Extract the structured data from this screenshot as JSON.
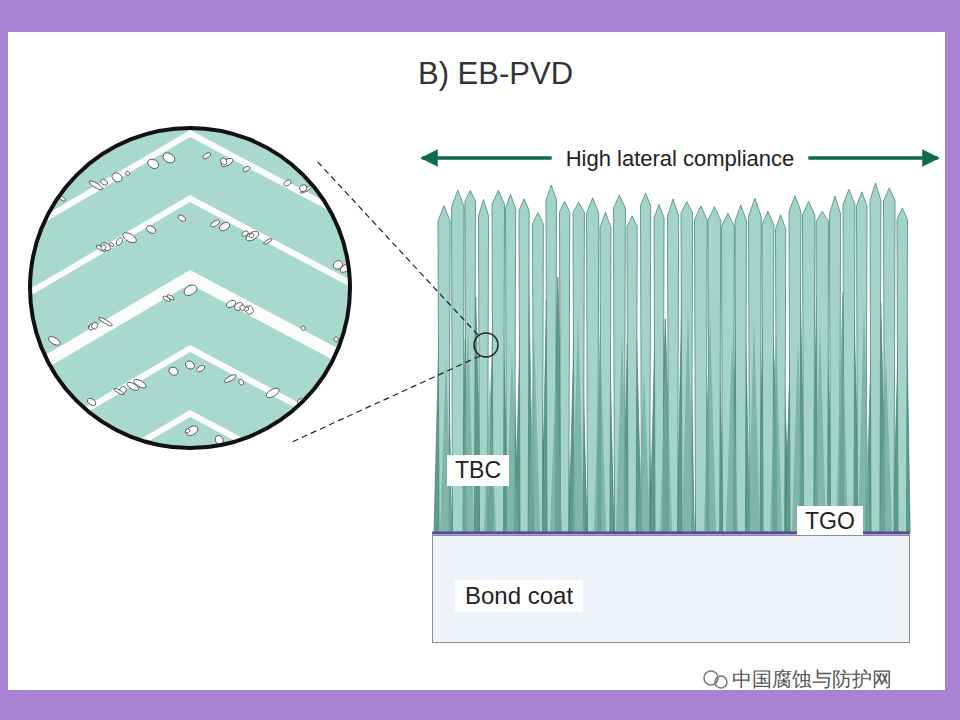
{
  "diagram": {
    "title": "B) EB-PVD",
    "nodes": [
      {
        "text": [
          "Bond coat"
        ]
      }
    ],
    "labels": [
      "High lateral compliance",
      "TBC",
      "TGO",
      "中国腐蚀与防护网"
    ]
  }
}
